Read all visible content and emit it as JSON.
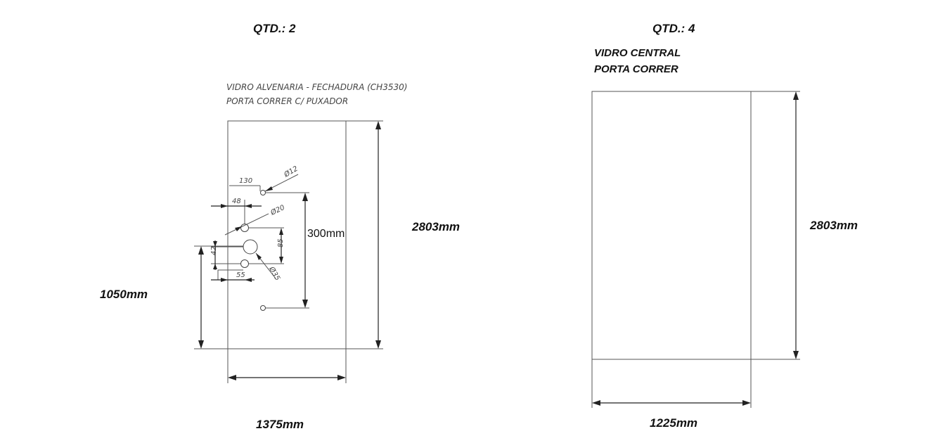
{
  "left_panel": {
    "quantity": "QTD.: 2",
    "title_line1": "VIDRO ALVENARIA - FECHADURA (CH3530)",
    "title_line2": "PORTA CORRER C/ PUXADOR",
    "height": "2803mm",
    "width": "1375mm",
    "handle_height": "1050mm",
    "hole_spacing": "300mm",
    "dim_130": "130",
    "dim_48": "48",
    "dim_42": "42",
    "dim_55": "55",
    "dim_85": "85",
    "dia_12": "Ø12",
    "dia_20": "Ø20",
    "dia_35": "Ø35"
  },
  "right_panel": {
    "quantity": "QTD.: 4",
    "title_line1": "VIDRO CENTRAL",
    "title_line2": "PORTA CORRER",
    "height": "2803mm",
    "width": "1225mm"
  }
}
